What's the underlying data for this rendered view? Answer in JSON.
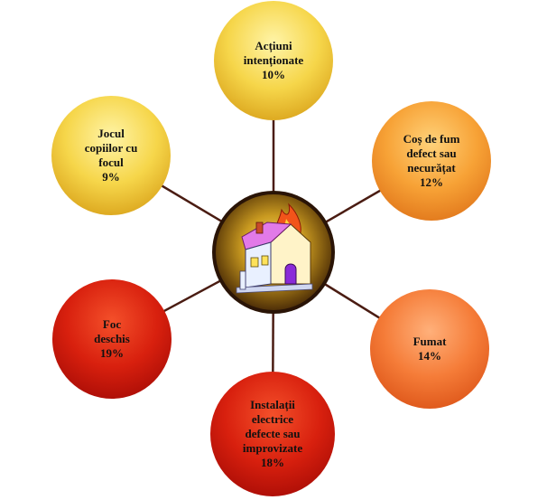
{
  "diagram": {
    "center_icon": "burning-house-icon",
    "colors": {
      "connector": "#4a1c12",
      "center_fill": "#6b4a10",
      "center_ring": "#2a1406",
      "yellow": "#f5c83a",
      "orange_light": "#f59a2a",
      "orange": "#f2772a",
      "red": "#d2160c"
    },
    "nodes": [
      {
        "id": "actiuni",
        "lines": [
          "Acțiuni",
          "intenționate",
          "10%"
        ],
        "color": "yellow"
      },
      {
        "id": "cos-de-fum",
        "lines": [
          "Coș de fum",
          "defect sau",
          "necurățat",
          "12%"
        ],
        "color": "orange_light"
      },
      {
        "id": "fumat",
        "lines": [
          "Fumat",
          "14%"
        ],
        "color": "orange"
      },
      {
        "id": "instalatii",
        "lines": [
          "Instalații",
          "electrice",
          "defecte sau",
          "improvizate",
          "18%"
        ],
        "color": "red"
      },
      {
        "id": "foc-deschis",
        "lines": [
          "Foc",
          "deschis",
          "19%"
        ],
        "color": "red"
      },
      {
        "id": "jocul-copiilor",
        "lines": [
          "Jocul",
          "copiilor cu",
          "focul",
          "9%"
        ],
        "color": "yellow"
      }
    ]
  }
}
